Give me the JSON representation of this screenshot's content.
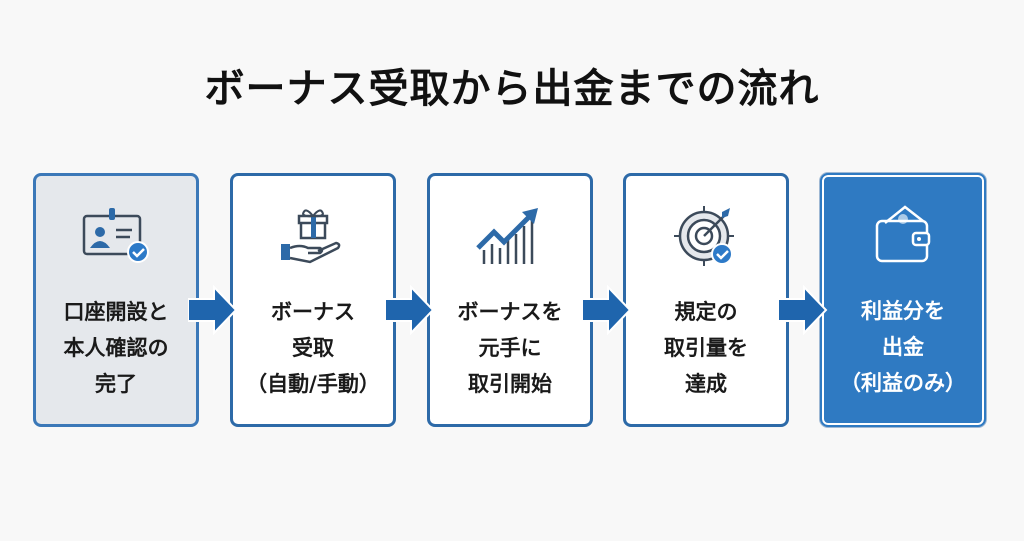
{
  "title": "ボーナス受取から出金までの流れ",
  "colors": {
    "primary": "#2d6aa8",
    "final_fill": "#2f7ac2",
    "first_fill": "#e5e8ec"
  },
  "steps": [
    {
      "icon": "id-card-check-icon",
      "lines": [
        "口座開設と",
        "本人確認の",
        "完了"
      ]
    },
    {
      "icon": "gift-hand-icon",
      "lines": [
        "ボーナス",
        "受取",
        "（自動/手動）"
      ]
    },
    {
      "icon": "chart-up-icon",
      "lines": [
        "ボーナスを",
        "元手に",
        "取引開始"
      ]
    },
    {
      "icon": "target-check-icon",
      "lines": [
        "規定の",
        "取引量を",
        "達成"
      ]
    },
    {
      "icon": "wallet-icon",
      "lines": [
        "利益分を",
        "出金",
        "（利益のみ）"
      ]
    }
  ]
}
